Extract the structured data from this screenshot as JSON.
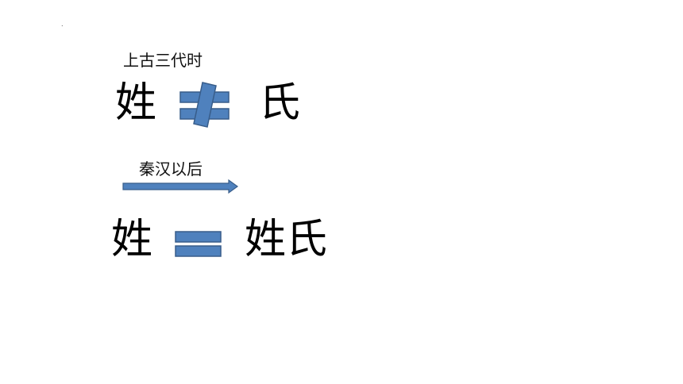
{
  "slide": {
    "corner_mark": ".",
    "top_section": {
      "period_label": "上古三代时",
      "left_char": "姓",
      "right_char": "氏",
      "relation": "not-equal-icon"
    },
    "bottom_section": {
      "period_label": "秦汉以后",
      "transition": "right-arrow-icon",
      "left_char": "姓",
      "right_char": "姓氏",
      "relation": "equal-icon"
    },
    "colors": {
      "shape_fill": "#4f81bd",
      "shape_stroke": "#385d8a"
    }
  }
}
